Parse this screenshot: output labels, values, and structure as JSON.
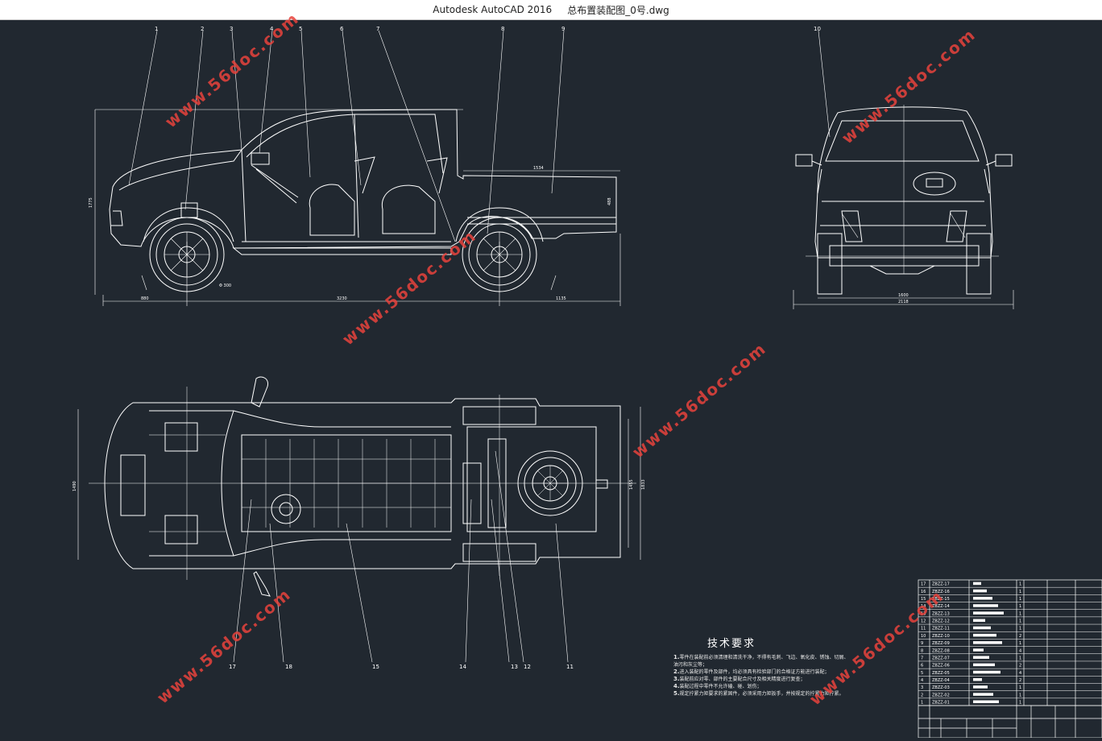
{
  "window": {
    "app": "Autodesk AutoCAD 2016",
    "file": "总布置装配图_0号.dwg"
  },
  "colors": {
    "background": "#212830",
    "line": "#ffffff",
    "watermark": "#e8433c"
  },
  "watermark": {
    "text": "www.56doc.com"
  },
  "side_view": {
    "callouts": [
      "1",
      "2",
      "3",
      "4",
      "5",
      "6",
      "7",
      "8",
      "9"
    ],
    "dims": {
      "overall_height": "1775",
      "bed_length": "1534",
      "bed_height": "488",
      "front_overhang": "880",
      "wheelbase": "3230",
      "rear_overhang": "1135",
      "tire_note": "Φ 300"
    }
  },
  "front_view": {
    "callouts": [
      "10"
    ],
    "dims": {
      "track": "1600",
      "overall_width": "2118"
    }
  },
  "top_view": {
    "callouts": [
      "17",
      "18",
      "15",
      "14",
      "13",
      "12",
      "11"
    ],
    "dims": {
      "left_width": "1490",
      "right_inner": "1455",
      "right_outer": "1833"
    }
  },
  "tech_requirements": {
    "title": "技术要求",
    "items": [
      {
        "no": "1.",
        "text": "零件在装配前必须清理和清洗干净，不得有毛刺、飞边、氧化皮、锈蚀、切屑、"
      },
      {
        "no": "",
        "text": "油污和灰尘等；"
      },
      {
        "no": "2.",
        "text": "进入装配的零件及部件，均必须具有检验部门的合格证方能进行装配；"
      },
      {
        "no": "3.",
        "text": "装配前应对零、部件的主要配合尺寸及相关精度进行复查；"
      },
      {
        "no": "4.",
        "text": "装配过程中零件不允许磕、碰、划伤；"
      },
      {
        "no": "5.",
        "text": "规定拧紧力矩要求的紧固件，必须采用力矩扳手，并按规定的拧紧力矩拧紧。"
      }
    ]
  },
  "bom": {
    "rows": [
      {
        "no": "17",
        "code": "ZBZZ-17",
        "qty": "1"
      },
      {
        "no": "16",
        "code": "ZBZZ-16",
        "qty": "1"
      },
      {
        "no": "15",
        "code": "ZBZZ-15",
        "qty": "1"
      },
      {
        "no": "14",
        "code": "ZBZZ-14",
        "qty": "1"
      },
      {
        "no": "13",
        "code": "ZBZZ-13",
        "qty": "1"
      },
      {
        "no": "12",
        "code": "ZBZZ-12",
        "qty": "1"
      },
      {
        "no": "11",
        "code": "ZBZZ-11",
        "qty": "1"
      },
      {
        "no": "10",
        "code": "ZBZZ-10",
        "qty": "2"
      },
      {
        "no": "9",
        "code": "ZBZZ-09",
        "qty": "1"
      },
      {
        "no": "8",
        "code": "ZBZZ-08",
        "qty": "4"
      },
      {
        "no": "7",
        "code": "ZBZZ-07",
        "qty": "1"
      },
      {
        "no": "6",
        "code": "ZBZZ-06",
        "qty": "2"
      },
      {
        "no": "5",
        "code": "ZBZZ-05",
        "qty": "4"
      },
      {
        "no": "4",
        "code": "ZBZZ-04",
        "qty": "2"
      },
      {
        "no": "3",
        "code": "ZBZZ-03",
        "qty": "1"
      },
      {
        "no": "2",
        "code": "ZBZZ-02",
        "qty": "1"
      },
      {
        "no": "1",
        "code": "ZBZZ-01",
        "qty": "1"
      }
    ]
  }
}
